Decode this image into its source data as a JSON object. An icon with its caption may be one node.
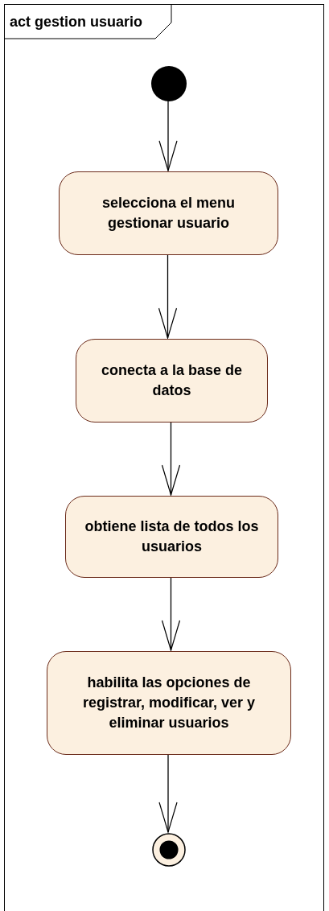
{
  "diagram": {
    "nodes": [
      {
        "text": [
          "act gestion usuario"
        ]
      },
      {
        "text": [],
        "shape": "circle",
        "in": 0
      },
      {
        "text": [
          "selecciona el menu gestionar usuario"
        ],
        "in": 0
      },
      {
        "text": [
          "conecta a la base de datos"
        ],
        "in": 0
      },
      {
        "text": [
          "obtiene lista de todos los usuarios"
        ],
        "in": 0
      },
      {
        "text": [
          "habilita las opciones de registrar, modificar, ver y eliminar usuarios"
        ],
        "in": 0
      },
      {
        "text": [],
        "shape": "circle",
        "in": 0
      }
    ],
    "edges": [
      {
        "from": 1,
        "to": 2,
        "arrow": "to"
      },
      {
        "from": 2,
        "to": 3,
        "arrow": "to"
      },
      {
        "from": 3,
        "to": 4,
        "arrow": "to"
      },
      {
        "from": 4,
        "to": 5,
        "arrow": "to"
      },
      {
        "from": 5,
        "to": 6,
        "arrow": "to"
      }
    ]
  }
}
